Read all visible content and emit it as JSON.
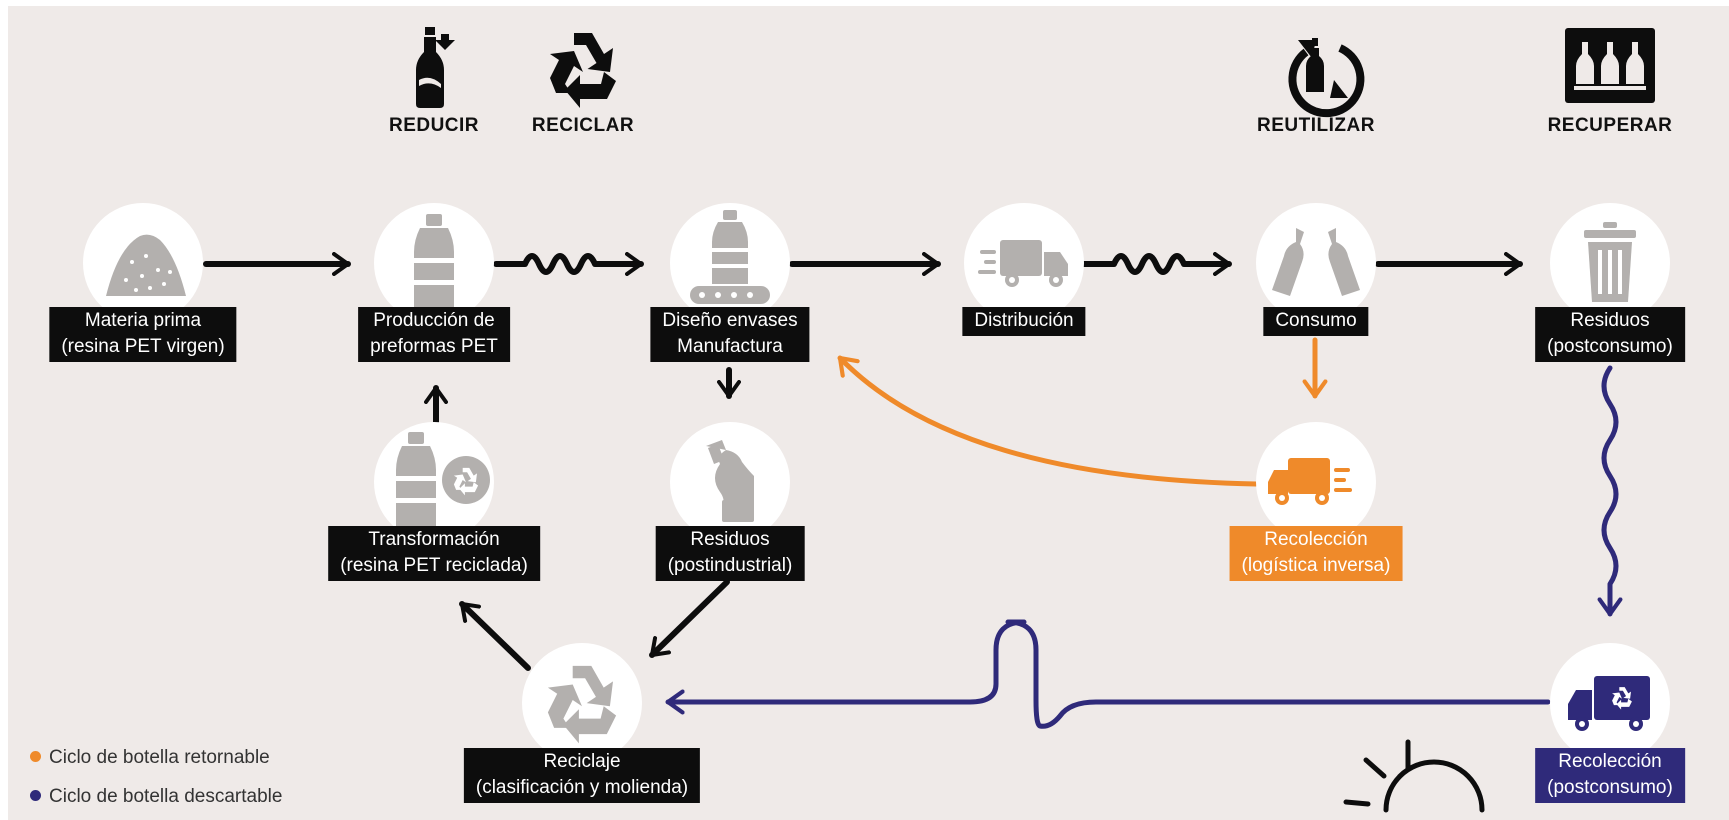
{
  "colors": {
    "background": "#efeae8",
    "black": "#0d0d0d",
    "icon_gray": "#b3b0ae",
    "orange": "#ef8a2a",
    "navy": "#2f2a7a"
  },
  "header": {
    "reducir": "REDUCIR",
    "reciclar": "RECICLAR",
    "reutilizar": "REUTILIZAR",
    "recuperar": "RECUPERAR"
  },
  "nodes": {
    "materia": {
      "line1": "Materia prima",
      "line2": "(resina PET virgen)"
    },
    "produccion": {
      "line1": "Producción de",
      "line2": "preformas PET"
    },
    "diseno": {
      "line1": "Diseño envases",
      "line2": "Manufactura"
    },
    "distribucion": {
      "line1": "Distribución"
    },
    "consumo": {
      "line1": "Consumo"
    },
    "residuos_post": {
      "line1": "Residuos",
      "line2": "(postconsumo)"
    },
    "transformacion": {
      "line1": "Transformación",
      "line2": "(resina PET reciclada)"
    },
    "residuos_ind": {
      "line1": "Residuos",
      "line2": "(postindustrial)"
    },
    "recoleccion_log": {
      "line1": "Recolección",
      "line2": "(logística inversa)"
    },
    "reciclaje": {
      "line1": "Reciclaje",
      "line2": "(clasificación y molienda)"
    },
    "recoleccion_post": {
      "line1": "Recolección",
      "line2": "(postconsumo)"
    }
  },
  "legend": {
    "retornable": "Ciclo de botella retornable",
    "descartable": "Ciclo de botella descartable"
  }
}
